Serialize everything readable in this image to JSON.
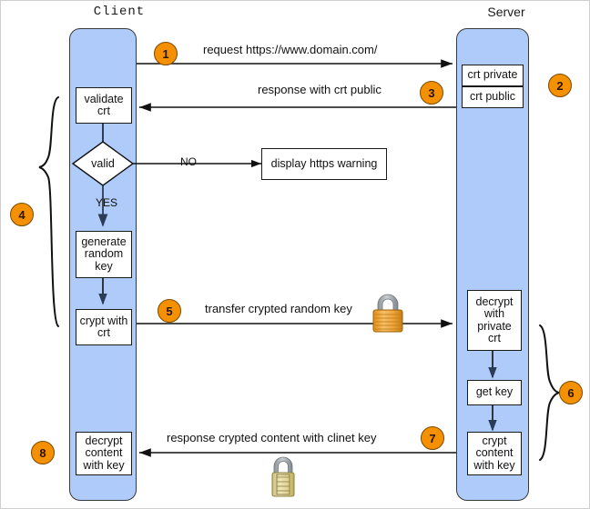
{
  "diagram": {
    "title": "HTTPS / TLS handshake sequence diagram",
    "colors": {
      "lifeline_fill": "#aecbfa",
      "badge_fill": "#f59000",
      "stroke": "#1a1a1a",
      "lock_body": "#f0a93c",
      "lock_body_alt": "#e8dca0"
    }
  },
  "actors": {
    "client": "Client",
    "server": "Server"
  },
  "badges": {
    "b1": "1",
    "b2": "2",
    "b3": "3",
    "b4": "4",
    "b5": "5",
    "b6": "6",
    "b7": "7",
    "b8": "8"
  },
  "messages": {
    "m1": "request https://www.domain.com/",
    "m3": "response with crt public",
    "m5": "transfer crypted random key",
    "m7": "response crypted content with clinet key"
  },
  "client_nodes": {
    "validate": "validate\ncrt",
    "valid_decision": "valid",
    "yes": "YES",
    "no": "NO",
    "warning": "display https warning",
    "generate": "generate\nrandom\nkey",
    "crypt_with_crt": "crypt with\ncrt",
    "decrypt_content": "decrypt\ncontent\nwith key"
  },
  "server_nodes": {
    "crt_private": "crt private",
    "crt_public": "crt public",
    "decrypt_with_private": "decrypt\nwith\nprivate\ncrt",
    "get_key": "get key",
    "crypt_content": "crypt\ncontent\nwith key"
  },
  "icons": {
    "lock_top": "padlock-icon",
    "lock_bottom": "combination-padlock-icon"
  }
}
